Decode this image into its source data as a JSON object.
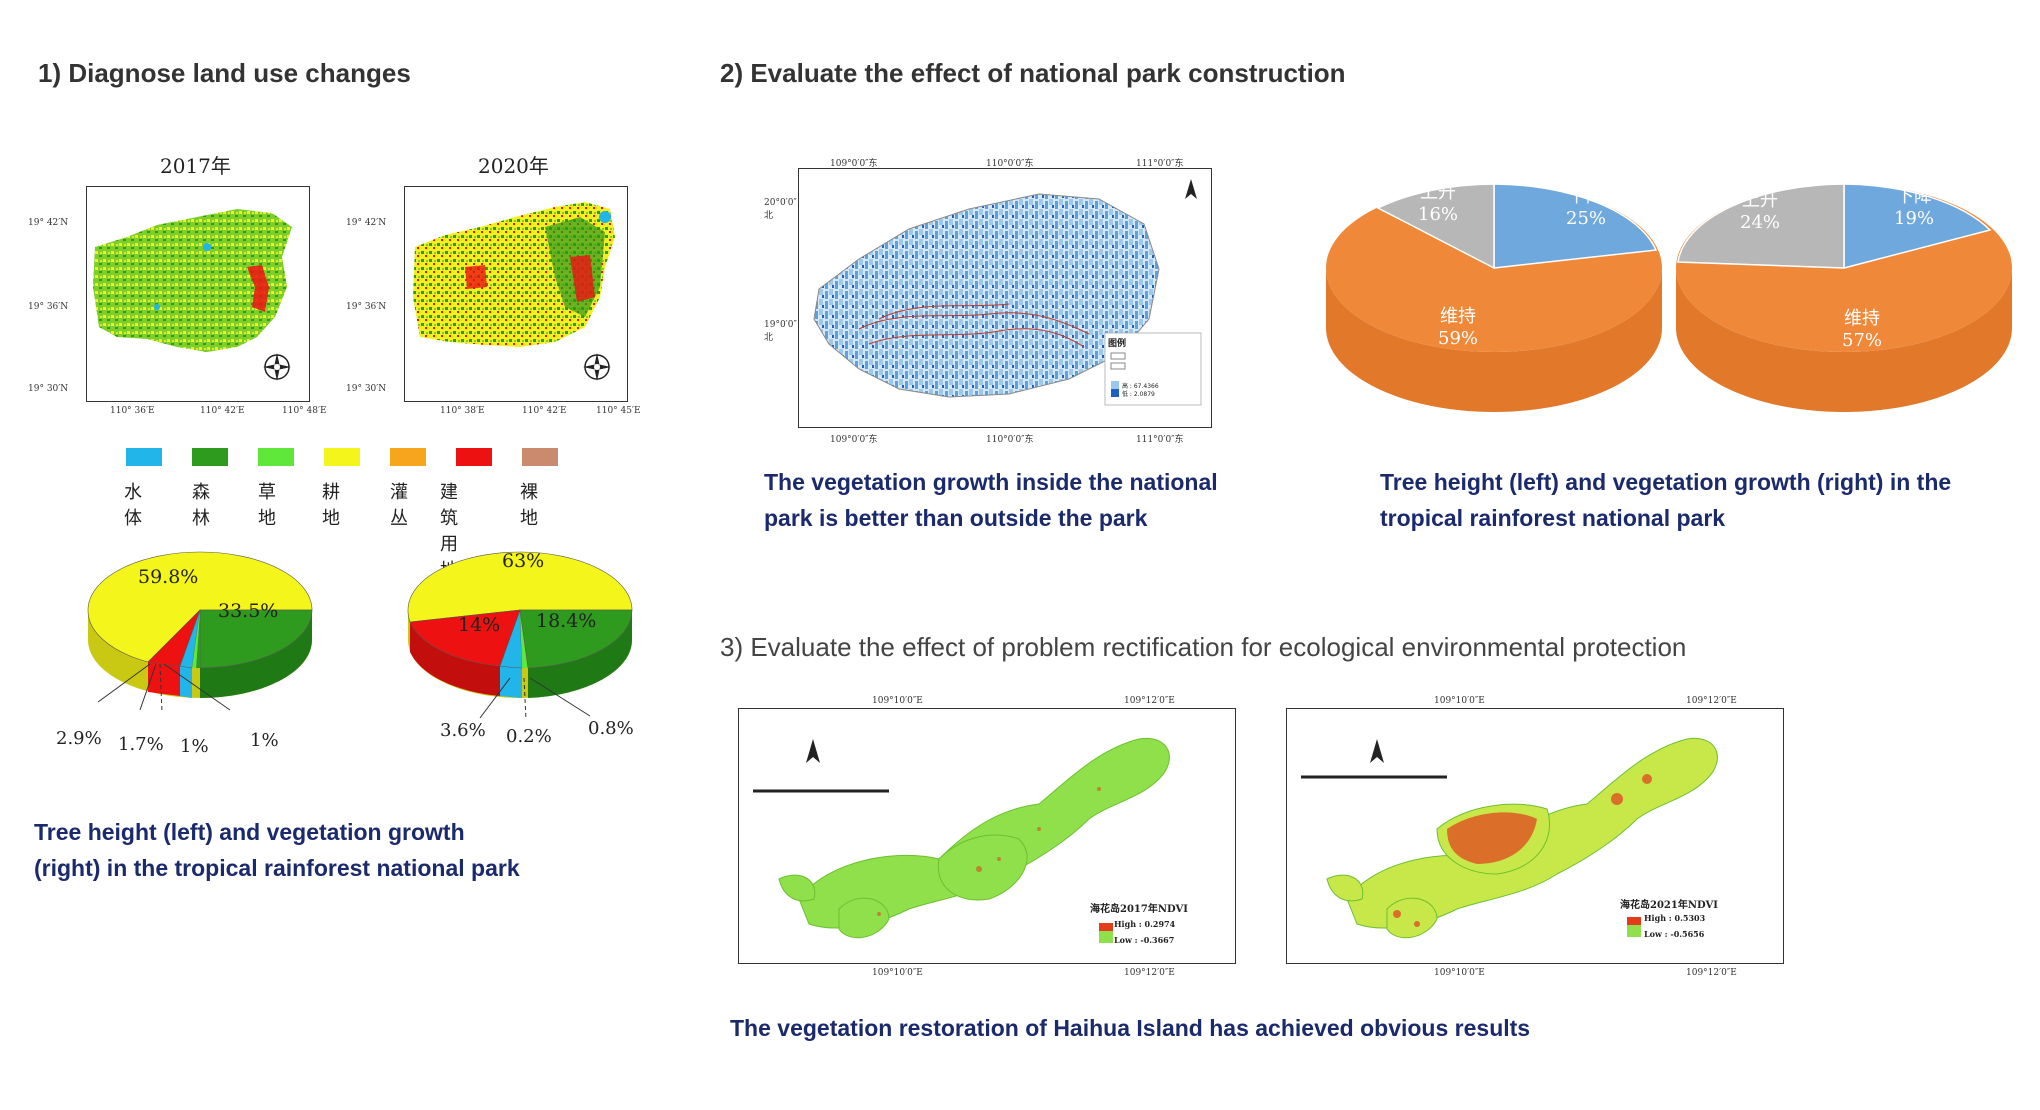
{
  "sections": {
    "s1_title": "1) Diagnose land use changes",
    "s2_title": "2) Evaluate the effect of national park construction",
    "s3_title": "3) Evaluate the effect of problem rectification for ecological environmental protection"
  },
  "panel1": {
    "map_2017_title": "2017年",
    "map_2020_title": "2020年",
    "map_2017_axes": {
      "y1": "19° 42′N",
      "y2": "19° 36′N",
      "y3": "19° 30′N",
      "x1": "110° 36′E",
      "x2": "110° 42′E",
      "x3": "110° 48′E"
    },
    "map_2020_axes": {
      "y1": "19° 42′N",
      "y2": "19° 36′N",
      "y3": "19° 30′N",
      "x1": "110° 38′E",
      "x2": "110° 42′E",
      "x3": "110° 45′E"
    },
    "legend": [
      {
        "label": "水体",
        "color": "#22b5ea"
      },
      {
        "label": "森林",
        "color": "#2e9a1e"
      },
      {
        "label": "草地",
        "color": "#5fe83a"
      },
      {
        "label": "耕地",
        "color": "#f4f51a"
      },
      {
        "label": "灌丛",
        "color": "#f7a51c"
      },
      {
        "label": "建筑用地",
        "color": "#ee1111"
      },
      {
        "label": "裸地",
        "color": "#c98a6e"
      }
    ],
    "pie_2017": {
      "a": "59.8%",
      "b": "33.5%",
      "c": "2.9%",
      "d": "1.7%",
      "e": "1%",
      "f": "1%"
    },
    "pie_2020": {
      "a": "63%",
      "b": "18.4%",
      "c": "14%",
      "d": "3.6%",
      "e": "0.2%",
      "f": "0.8%"
    },
    "caption_line1": "Tree height (left) and vegetation growth",
    "caption_line2": "(right) in the tropical rainforest national park"
  },
  "panel2": {
    "map_caption_line1": "The vegetation growth inside the national",
    "map_caption_line2": "park is better than outside the park",
    "map_top_labels": [
      "109°0′0″东",
      "110°0′0″东",
      "111°0′0″东"
    ],
    "map_left_labels": [
      "20°0′0″北",
      "19°0′0″北"
    ],
    "map_legend_title": "图例",
    "map_legend_high": "高 : 67.4366",
    "map_legend_low": "低 : 2.0879",
    "pie_left": {
      "up": "上升",
      "up_pct": "16%",
      "down": "下降",
      "down_pct": "25%",
      "keep": "维持",
      "keep_pct": "59%"
    },
    "pie_right": {
      "up": "上升",
      "up_pct": "24%",
      "down": "下降",
      "down_pct": "19%",
      "keep": "维持",
      "keep_pct": "57%"
    },
    "pies_caption_line1": "Tree height (left) and vegetation growth (right) in the",
    "pies_caption_line2": "tropical rainforest national park"
  },
  "panel3": {
    "map_left_top": [
      "109°10′0″E",
      "109°12′0″E"
    ],
    "map_left_bottom": [
      "109°10′0″E",
      "109°12′0″E"
    ],
    "map_left_title": "海花岛2017年NDVI",
    "map_left_high": "High : 0.2974",
    "map_left_low": "Low : -0.3667",
    "map_right_top": [
      "109°10′0″E",
      "109°12′0″E"
    ],
    "map_right_bottom": [
      "109°10′0″E",
      "109°12′0″E"
    ],
    "map_right_title": "海花岛2021年NDVI",
    "map_right_high": "High : 0.5303",
    "map_right_low": "Low : -0.5656",
    "caption": "The vegetation restoration of Haihua Island has achieved obvious results"
  }
}
